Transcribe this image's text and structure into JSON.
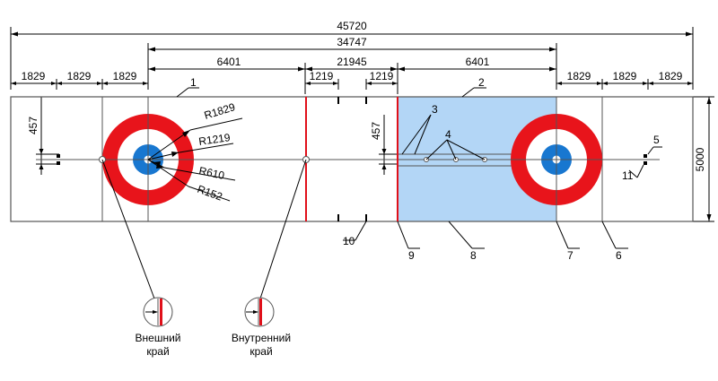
{
  "dimensions": {
    "overall_length": "45720",
    "hog_to_hog_outer": "34747",
    "hog_to_hog": "21945",
    "tee_to_hog": "6401",
    "back_space": "1829",
    "courtesy": "1219",
    "width": "5000",
    "hack_offset": "457"
  },
  "radii": {
    "r_12ft": "R1829",
    "r_8ft": "R1219",
    "r_4ft": "R610",
    "r_button": "R152"
  },
  "callouts": [
    "1",
    "2",
    "3",
    "4",
    "5",
    "6",
    "7",
    "8",
    "9",
    "10",
    "11"
  ],
  "details": {
    "outer_line1": "Внешний",
    "outer_line2": "край",
    "inner_line1": "Внутренний",
    "inner_line2": "край"
  },
  "colors": {
    "ring_red": "#e8141b",
    "ring_blue": "#1877d0",
    "zone_blue": "#b3d6f6",
    "hog_line": "#e0101a",
    "line": "#000000",
    "thin": "#555555"
  }
}
